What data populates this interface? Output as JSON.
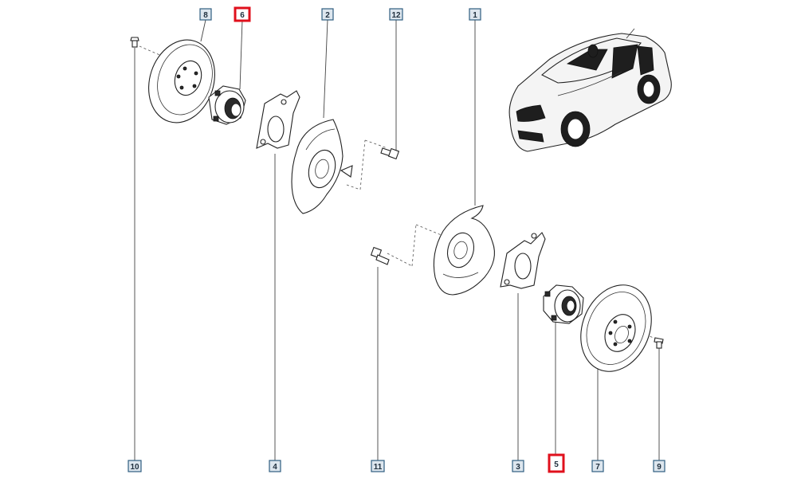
{
  "callouts": {
    "c8": "8",
    "c6": "6",
    "c2": "2",
    "c12": "12",
    "c1": "1",
    "c10": "10",
    "c4": "4",
    "c11": "11",
    "c3": "3",
    "c5": "5",
    "c7": "7",
    "c9": "9"
  },
  "highlighted_callouts": [
    "6",
    "5"
  ],
  "colors": {
    "highlight": "#e0101c",
    "callout_fill": "#dde6ee",
    "callout_stroke": "#2f5d80"
  }
}
